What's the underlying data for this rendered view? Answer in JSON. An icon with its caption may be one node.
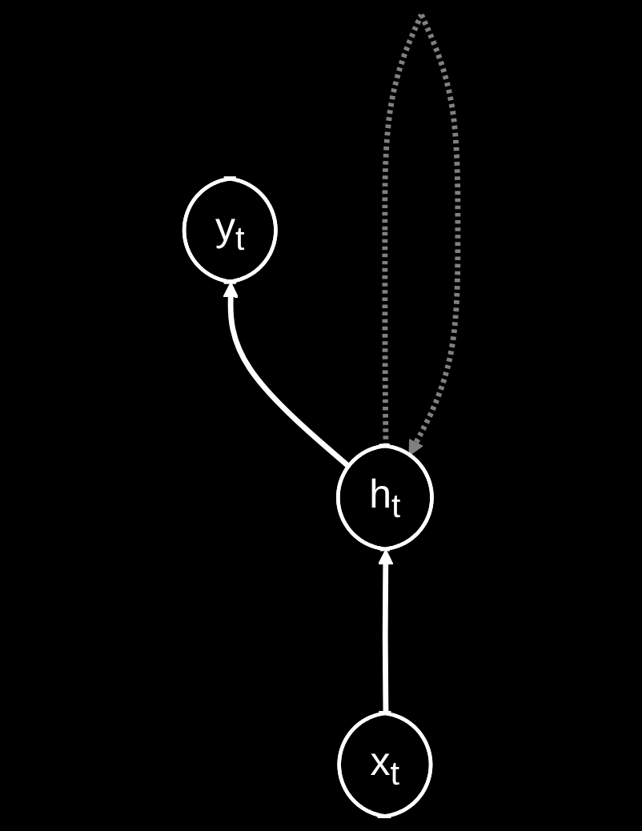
{
  "diagram": {
    "nodes": [
      {
        "text": [
          "y$_{t}$"
        ]
      },
      {
        "text": [
          "h$_{t}$"
        ]
      },
      {
        "text": [
          "x$_{t}$"
        ]
      }
    ],
    "edges": [
      {
        "from": 2,
        "to": 1,
        "arrow": "to"
      },
      {
        "from": 1,
        "to": 0,
        "arrow": "to"
      },
      {
        "from": 1,
        "to": 1,
        "arrow": "to",
        "style": "dashed",
        "color": "#808080"
      }
    ]
  }
}
